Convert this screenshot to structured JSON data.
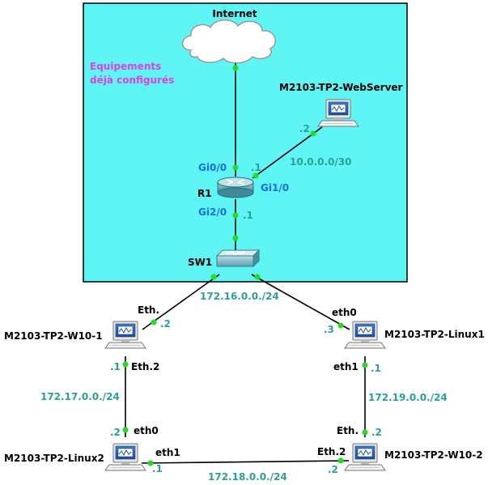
{
  "zone": {
    "title": "Internet",
    "note_line1": "Equipements",
    "note_line2": "déjà configurés",
    "fill": "#5ff5f5"
  },
  "devices": {
    "internet": {
      "icon": "cloud-icon"
    },
    "webserver": {
      "label": "M2103-TP2-WebServer",
      "icon": "workstation-icon"
    },
    "r1": {
      "label": "R1",
      "icon": "router-icon"
    },
    "sw1": {
      "label": "SW1",
      "icon": "switch-icon"
    },
    "w10_1": {
      "label": "M2103-TP2-W10-1",
      "icon": "workstation-icon"
    },
    "linux1": {
      "label": "M2103-TP2-Linux1",
      "icon": "workstation-icon"
    },
    "linux2": {
      "label": "M2103-TP2-Linux2",
      "icon": "workstation-icon"
    },
    "w10_2": {
      "label": "M2103-TP2-W10-2",
      "icon": "workstation-icon"
    }
  },
  "interfaces": {
    "r1_gi00": "Gi0/0",
    "r1_gi10": "Gi1/0",
    "r1_gi20": "Gi2/0",
    "w10_1_top": "Eth.",
    "w10_1_bottom": "Eth.2",
    "linux1_top": "eth0",
    "linux1_bottom": "eth1",
    "linux2_top": "eth0",
    "linux2_right": "eth1",
    "w10_2_top": "Eth.",
    "w10_2_left": "Eth.2"
  },
  "hosts": {
    "webserver": ".2",
    "r1_gi10": ".1",
    "r1_gi20": ".1",
    "w10_1_top": ".2",
    "w10_1_bottom": ".1",
    "linux1_top": ".3",
    "linux1_bottom": ".1",
    "linux2_top": ".2",
    "linux2_right": ".1",
    "w10_2_top": ".2",
    "w10_2_left": ".2"
  },
  "networks": {
    "net_web": "10.0.0.0/30",
    "net_lan": "172.16.0.0./24",
    "net_17": "172.17.0.0./24",
    "net_19": "172.19.0.0./24",
    "net_18": "172.18.0.0./24"
  },
  "colors": {
    "interface": "#1a6fe0",
    "address": "#2aa198",
    "note": "#e040e0",
    "endpoint": "#22dd22"
  }
}
